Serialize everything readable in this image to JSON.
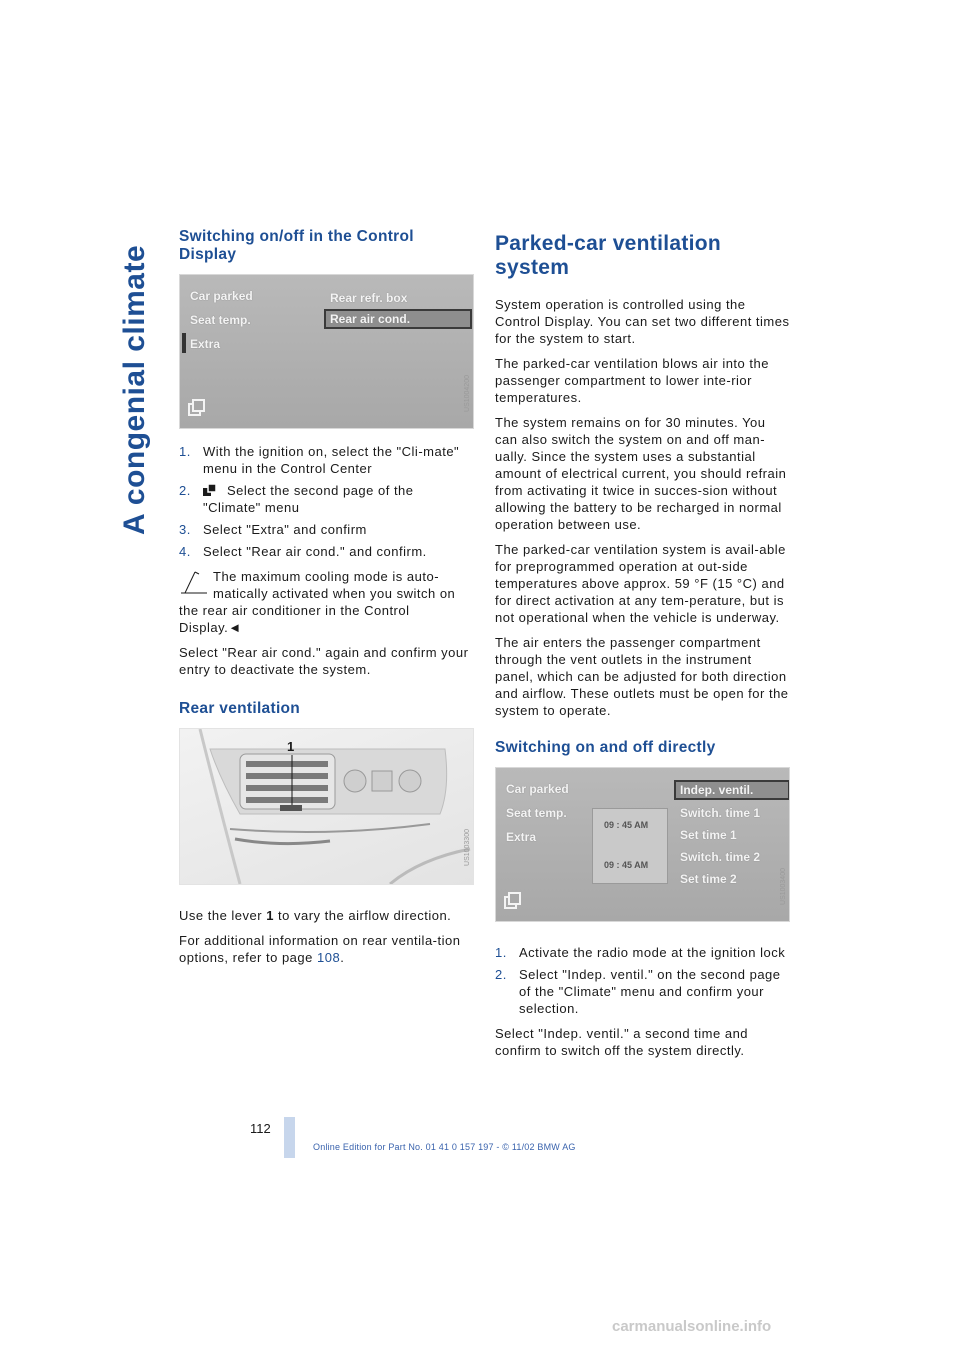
{
  "side_title": "A congenial climate",
  "left": {
    "section1_title": "Switching on/off in the Control Display",
    "screen1": {
      "items_left": [
        "Car parked",
        "Seat temp.",
        "Extra"
      ],
      "items_right": [
        "Rear refr. box",
        "Rear air cond."
      ],
      "side_code": "US1004200"
    },
    "steps1": [
      {
        "num": "1.",
        "text": "With the ignition on, select the \"Cli-mate\" menu in the Control Center"
      },
      {
        "num": "2.",
        "text": "Select the second page of the \"Climate\" menu"
      },
      {
        "num": "3.",
        "text": "Select \"Extra\" and confirm"
      },
      {
        "num": "4.",
        "text": "Select \"Rear air cond.\" and confirm."
      }
    ],
    "note": "The maximum cooling mode is auto-matically activated when you switch on the rear air conditioner in the Control Display.",
    "note_end": "◄",
    "deactivate": "Select \"Rear air cond.\" again and confirm your entry to deactivate the system.",
    "section2_title": "Rear ventilation",
    "photo": {
      "callout": "1",
      "side_code": "US1003300"
    },
    "lever_pre": "Use the lever ",
    "lever_bold": "1",
    "lever_post": " to vary the airflow direction.",
    "more_info_pre": "For additional information on rear ventila-tion options, refer to page ",
    "more_info_link": "108",
    "more_info_post": "."
  },
  "right": {
    "main_title": "Parked-car ventilation system",
    "paras": [
      "System operation is controlled using the Control Display. You can set two different times for the system to start.",
      "The parked-car ventilation blows air into the passenger compartment to lower inte-rior temperatures.",
      "The system remains on for 30 minutes. You can also switch the system on and off man-ually. Since the system uses a substantial amount of electrical current, you should refrain from activating it twice in succes-sion without allowing the battery to be recharged in normal operation between use.",
      "The parked-car ventilation system is avail-able for preprogrammed operation at out-side temperatures above approx. 59 °F (15 °C) and for direct activation at any tem-perature, but is not operational when the vehicle is underway.",
      "The air enters the passenger compartment through the vent outlets in the instrument panel, which can be adjusted for both direction and airflow. These outlets must be open for the system to operate."
    ],
    "section_title": "Switching on and off directly",
    "screen2": {
      "items_left": [
        "Car parked",
        "Seat temp.",
        "Extra"
      ],
      "items_right": [
        "Indep. ventil.",
        "Switch. time 1",
        "Set time 1",
        "Switch. time 2",
        "Set time 2"
      ],
      "times": [
        "09 : 45 AM",
        "09 : 45 AM"
      ],
      "side_code": "US1003400"
    },
    "steps": [
      {
        "num": "1.",
        "text": "Activate the radio mode at the ignition lock"
      },
      {
        "num": "2.",
        "text": "Select \"Indep. ventil.\" on the second page of the \"Climate\" menu and confirm your selection."
      }
    ],
    "final": "Select \"Indep. ventil.\" a second time and confirm to switch off the system directly."
  },
  "page_number": "112",
  "footer": "Online Edition for Part No. 01 41 0 157 197 - © 11/02 BMW AG",
  "watermark": "carmanualsonline.info",
  "colors": {
    "accent": "#1e4f94",
    "footer": "#3a63ad",
    "bar": "#c7d6ec"
  }
}
